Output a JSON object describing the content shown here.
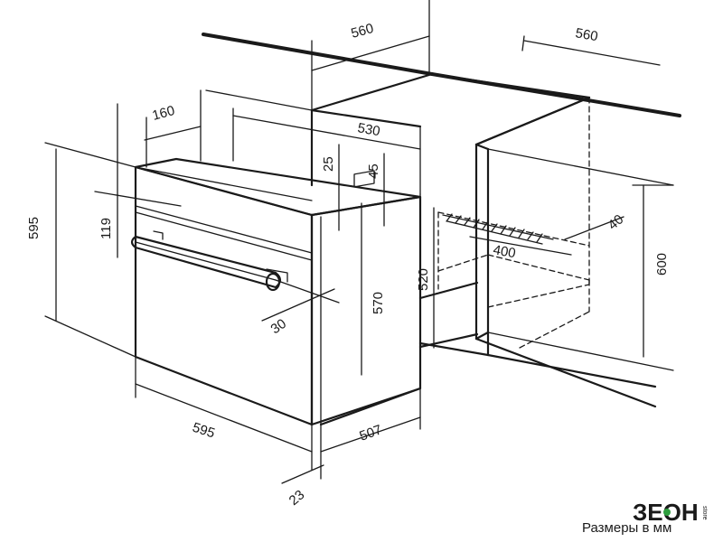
{
  "dimensions": {
    "d560_top_left": "560",
    "d560_top_right": "560",
    "d160": "160",
    "d530": "530",
    "d595_height": "595",
    "d25": "25",
    "d45": "45",
    "d119": "119",
    "d570": "570",
    "d520": "520",
    "d30": "30",
    "d595_width": "595",
    "d507": "507",
    "d23": "23",
    "d600": "600",
    "d400": "400",
    "d40": "40"
  },
  "caption": "Размеры в мм",
  "logo": {
    "text": "ЗЕОН",
    "tagline": "store"
  },
  "colors": {
    "line": "#1a1a1a",
    "accent": "#2e9e3e"
  }
}
